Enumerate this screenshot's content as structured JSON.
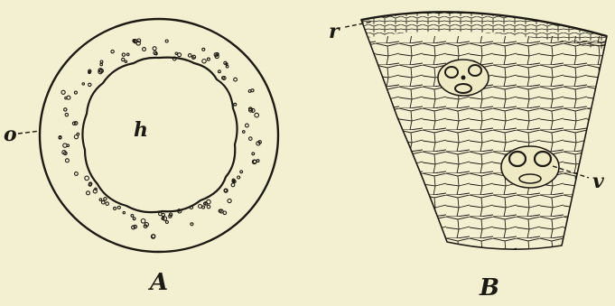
{
  "figure_a": {
    "caption": "A",
    "labels": {
      "outer": "o",
      "hollow": "h"
    }
  },
  "figure_b": {
    "caption": "B",
    "labels": {
      "rind": "r",
      "bundle": "v"
    }
  },
  "colors": {
    "paper": "#f3f0d2",
    "ink": "#1c1a14"
  }
}
